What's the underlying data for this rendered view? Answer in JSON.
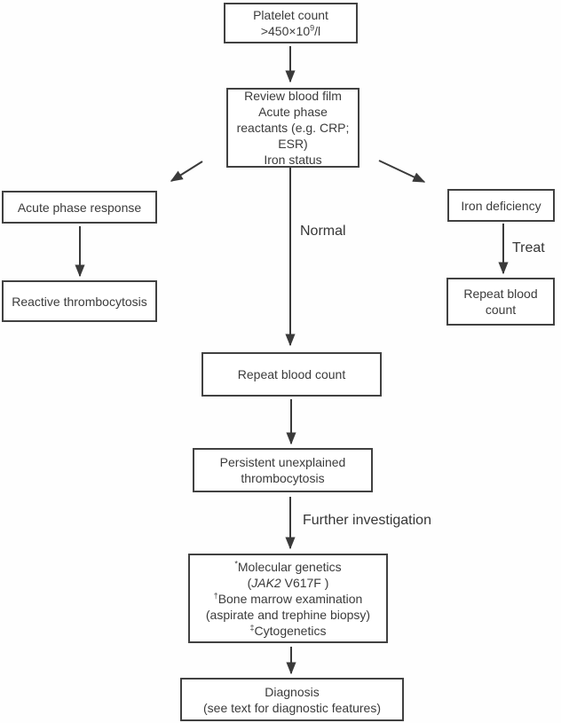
{
  "figure": {
    "type": "flowchart",
    "background": "#ffffff",
    "line_color": "#3a3a3a",
    "border_color": "#414141",
    "text_color": "#3b3b3b"
  },
  "boxes": {
    "platelet_count": {
      "line1": "Platelet count",
      "value_pre": ">450×10",
      "value_sup": "9",
      "value_post": "/l"
    },
    "review": {
      "lines": [
        "Review blood film",
        "Acute phase",
        "reactants (e.g. CRP;",
        "ESR)",
        "Iron status"
      ]
    },
    "acute_phase_response": {
      "label": "Acute phase response"
    },
    "reactive_thrombocytosis": {
      "label": "Reactive thrombocytosis"
    },
    "iron_deficiency": {
      "label": "Iron deficiency"
    },
    "repeat_blood_count_right": {
      "label": "Repeat blood count"
    },
    "repeat_blood_count_mid": {
      "label": "Repeat blood count"
    },
    "persistent_thrombocytosis": {
      "line1": "Persistent unexplained",
      "line2": "thrombocytosis"
    },
    "investigations": {
      "item1_sup": "*",
      "item1": "Molecular genetics",
      "item1b_pre": "(",
      "item1b_italic": "JAK2",
      "item1b_post": " V617F )",
      "item2_sup": "†",
      "item2": "Bone marrow examination",
      "item2b": "(aspirate and trephine biopsy)",
      "item3_sup": "‡",
      "item3": "Cytogenetics"
    },
    "diagnosis": {
      "line1": "Diagnosis",
      "line2": "(see text for diagnostic features)"
    }
  },
  "edge_labels": {
    "normal": "Normal",
    "treat": "Treat",
    "further_investigation": "Further investigation"
  },
  "edges": [
    "Platelet count -> Review blood film",
    "Review -> Acute phase response",
    "Review -> Iron deficiency",
    "Review -> Repeat blood count (Normal)",
    "Acute phase response -> Reactive thrombocytosis",
    "Iron deficiency -> Repeat blood count (Treat)",
    "Repeat blood count -> Persistent unexplained thrombocytosis",
    "Persistent unexplained thrombocytosis -> Investigations (Further investigation)",
    "Investigations -> Diagnosis"
  ]
}
